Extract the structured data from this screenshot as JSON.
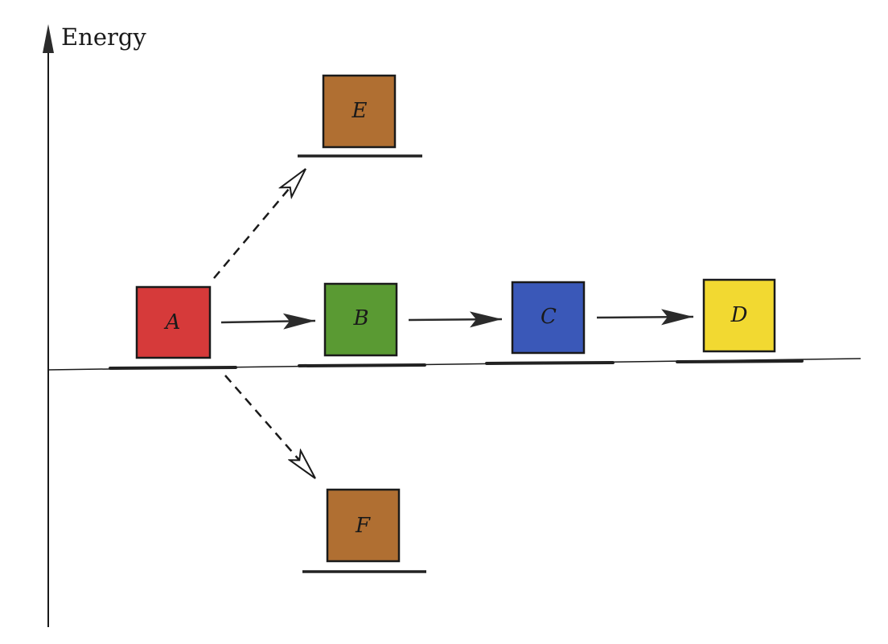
{
  "axis": {
    "y_label": "Energy"
  },
  "states": [
    {
      "id": "A",
      "label": "A",
      "color": "#d63a3a"
    },
    {
      "id": "B",
      "label": "B",
      "color": "#5a9a33"
    },
    {
      "id": "C",
      "label": "C",
      "color": "#3a58b8"
    },
    {
      "id": "D",
      "label": "D",
      "color": "#f2d931"
    },
    {
      "id": "E",
      "label": "E",
      "color": "#b06f32"
    },
    {
      "id": "F",
      "label": "F",
      "color": "#b06f32"
    }
  ],
  "transitions": [
    {
      "from": "A",
      "to": "B",
      "style": "solid"
    },
    {
      "from": "B",
      "to": "C",
      "style": "solid"
    },
    {
      "from": "C",
      "to": "D",
      "style": "solid"
    },
    {
      "from": "A",
      "to": "E",
      "style": "dashed"
    },
    {
      "from": "A",
      "to": "F",
      "style": "dashed"
    }
  ]
}
